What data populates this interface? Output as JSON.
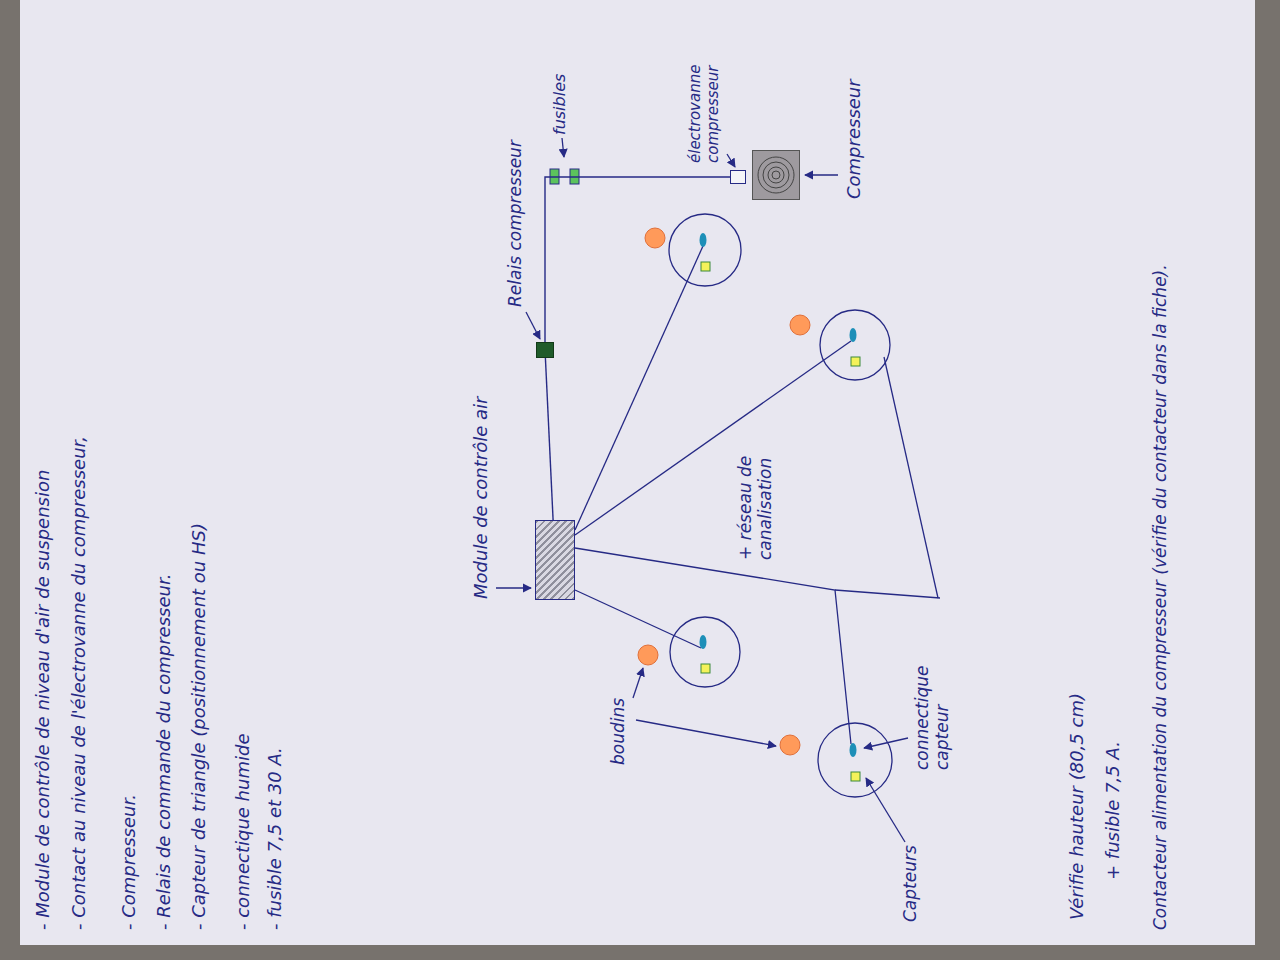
{
  "diagram": {
    "nodes": [
      {
        "text": [
          "Module de contrôle air"
        ]
      },
      {
        "text": [
          "Relais compresseur"
        ]
      },
      {
        "text": [
          "électrovanne compresseur"
        ]
      },
      {
        "text": [
          "Compresseur"
        ]
      }
    ],
    "edges": [
      {
        "from": 0,
        "to": 1,
        "arrow": "none"
      },
      {
        "from": 1,
        "to": 2,
        "arrow": "none"
      }
    ],
    "labels": [
      "- Module de contrôle de niveau d'air de suspension",
      "- Contact au niveau de l'électrovanne du compresseur,",
      "- Compresseur.",
      "- Relais de commande du compresseur.",
      "- Capteur de triangle (positionnement ou HS)",
      "- connectique humide",
      "- fusible 7,5 et 30 A.",
      "fusibles",
      "+ réseau de canalisation",
      "boudins",
      "Capteurs",
      "connectique capteur",
      "Vérifie hauteur (80,5 cm)",
      "+ fusible 7,5 A.",
      "Contacteur alimentation du compresseur (vérifie du contacteur dans la fiche)."
    ]
  }
}
